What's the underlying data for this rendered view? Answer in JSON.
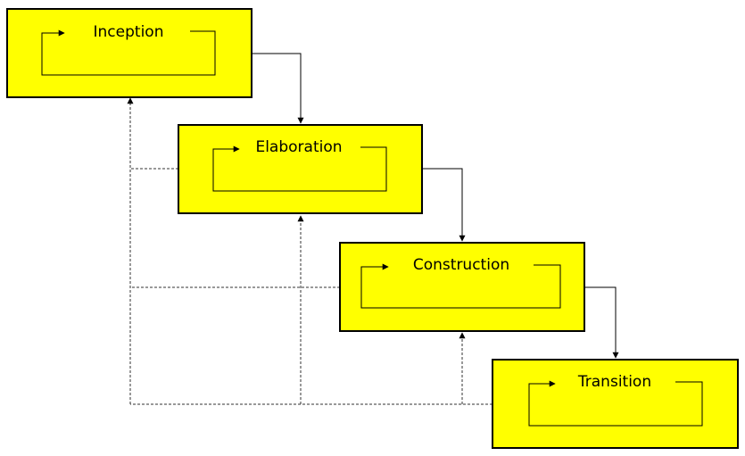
{
  "diagram": {
    "phases": [
      {
        "id": "inception",
        "label": "Inception"
      },
      {
        "id": "elaboration",
        "label": "Elaboration"
      },
      {
        "id": "construction",
        "label": "Construction"
      },
      {
        "id": "transition",
        "label": "Transition"
      }
    ],
    "forward_flow": [
      {
        "from": "inception",
        "to": "elaboration"
      },
      {
        "from": "elaboration",
        "to": "construction"
      },
      {
        "from": "construction",
        "to": "transition"
      }
    ],
    "feedback_flow": [
      {
        "from": "elaboration",
        "to": "inception"
      },
      {
        "from": "construction",
        "to": "inception"
      },
      {
        "from": "construction",
        "to": "elaboration"
      },
      {
        "from": "transition",
        "to": "inception"
      },
      {
        "from": "transition",
        "to": "elaboration"
      },
      {
        "from": "transition",
        "to": "construction"
      }
    ],
    "colors": {
      "box_fill": "#ffff00",
      "box_stroke": "#000000",
      "feedback_line": "#333333"
    }
  }
}
